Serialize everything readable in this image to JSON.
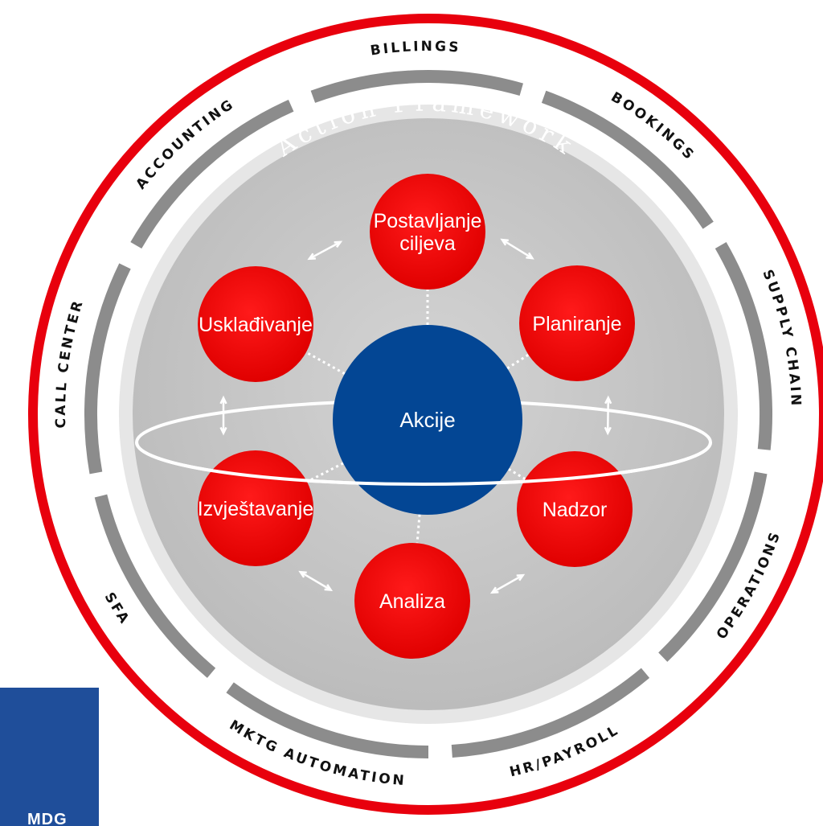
{
  "diagram": {
    "framework_title": "Action Framework",
    "center": {
      "label": "Akcije",
      "color": "#034694"
    },
    "nodes": [
      {
        "id": "postavljanje",
        "lines": [
          "Postavljanje",
          "ciljeva"
        ]
      },
      {
        "id": "planiranje",
        "lines": [
          "Planiranje"
        ]
      },
      {
        "id": "nadzor",
        "lines": [
          "Nadzor"
        ]
      },
      {
        "id": "analiza",
        "lines": [
          "Analiza"
        ]
      },
      {
        "id": "izvjestavanje",
        "lines": [
          "Izvještavanje"
        ]
      },
      {
        "id": "uskladjivanje",
        "lines": [
          "Usklađivanje"
        ]
      }
    ],
    "outer_segments": [
      "BILLINGS",
      "BOOKINGS",
      "SUPPLY CHAIN",
      "OPERATIONS",
      "HR/PAYROLL",
      "MKTG AUTOMATION",
      "SFA",
      "CALL CENTER",
      "ACCOUNTING"
    ],
    "colors": {
      "outer_ring": "#e8000d",
      "node": "#ee0000",
      "segment_bar": "#8c8c8c",
      "inner_disc": "#c8c8c8"
    }
  },
  "logo": {
    "text": "MDG"
  }
}
